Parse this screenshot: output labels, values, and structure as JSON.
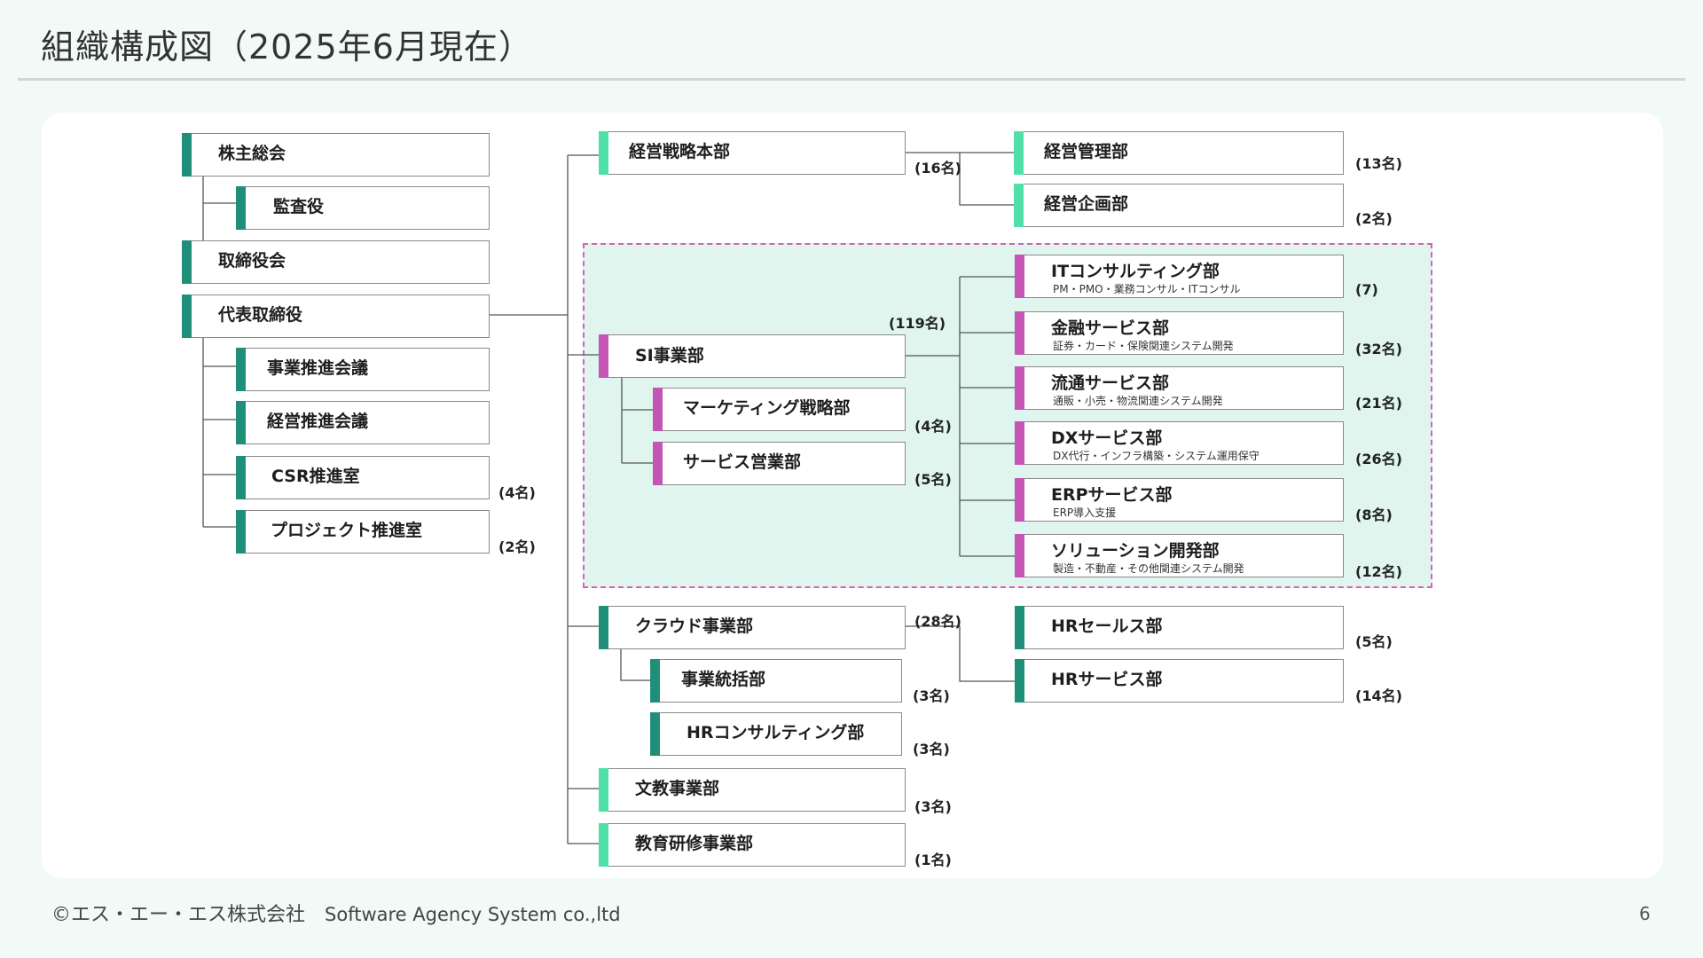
{
  "page": {
    "title": "組織構成図（2025年6月現在）",
    "footer_jp": "©エス・エー・エス株式会社",
    "footer_en": "Software Agency System co.,ltd",
    "page_number": "6"
  },
  "colors": {
    "accent_teal": "#1f8f7a",
    "accent_mint": "#4fe0a8",
    "accent_pink": "#c455b5",
    "highlight_fill": "#dff5ee",
    "highlight_border": "#d264b4"
  },
  "org": {
    "shareholders": "株主総会",
    "auditor": "監査役",
    "board": "取締役会",
    "ceo": "代表取締役",
    "biz_promo_meeting": "事業推進会議",
    "mgmt_promo_meeting": "経営推進会議",
    "csr": "CSR推進室",
    "csr_count": "(4名)",
    "project": "プロジェクト推進室",
    "project_count": "(2名)",
    "strategy_hq": "経営戦略本部",
    "strategy_hq_count": "(16名)",
    "mgmt_admin": "経営管理部",
    "mgmt_admin_count": "(13名)",
    "mgmt_planning": "経営企画部",
    "mgmt_planning_count": "(2名)",
    "si_div": "SI事業部",
    "si_div_count": "(119名)",
    "marketing": "マーケティング戦略部",
    "marketing_count": "(4名)",
    "service_sales": "サービス営業部",
    "service_sales_count": "(5名)",
    "it_consulting": "ITコンサルティング部",
    "it_consulting_sub": "PM・PMO・業務コンサル・ITコンサル",
    "it_consulting_count": "(7)",
    "finance": "金融サービス部",
    "finance_sub": "証券・カード・保険関連システム開発",
    "finance_count": "(32名)",
    "distribution": "流通サービス部",
    "distribution_sub": "通販・小売・物流関連システム開発",
    "distribution_count": "(21名)",
    "dx": "DXサービス部",
    "dx_sub": "DX代行・インフラ構築・システム運用保守",
    "dx_count": "(26名)",
    "erp": "ERPサービス部",
    "erp_sub": "ERP導入支援",
    "erp_count": "(8名)",
    "solution": "ソリューション開発部",
    "solution_sub": "製造・不動産・その他関連システム開発",
    "solution_count": "(12名)",
    "cloud_div": "クラウド事業部",
    "cloud_div_count": "(28名)",
    "biz_control": "事業統括部",
    "biz_control_count": "(3名)",
    "hr_consulting": "HRコンサルティング部",
    "hr_consulting_count": "(3名)",
    "hr_sales": "HRセールス部",
    "hr_sales_count": "(5名)",
    "hr_service": "HRサービス部",
    "hr_service_count": "(14名)",
    "education_div": "文教事業部",
    "education_div_count": "(3名)",
    "training_div": "教育研修事業部",
    "training_div_count": "(1名)"
  }
}
